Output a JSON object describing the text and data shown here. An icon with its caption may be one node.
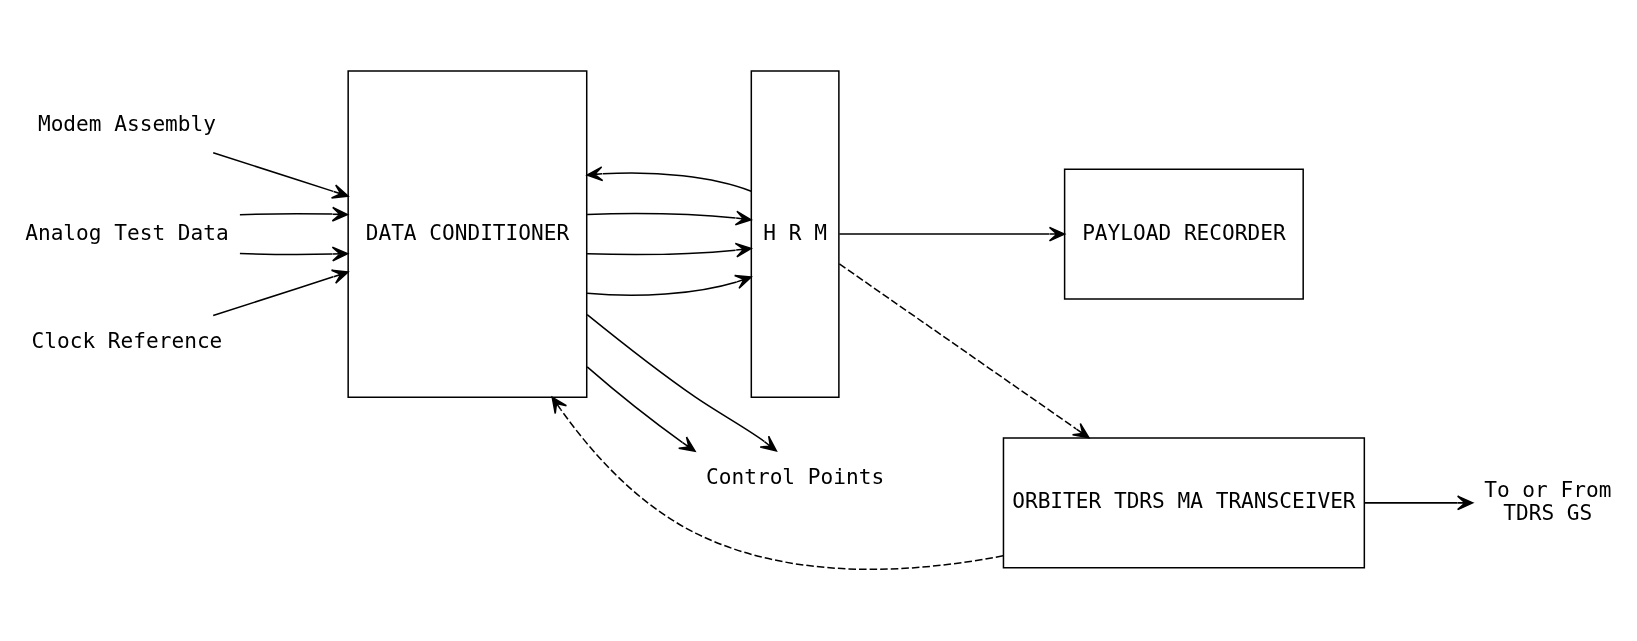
{
  "diagram": {
    "nodes": [
      {
        "text": [
          "DATA CONDITIONER"
        ]
      },
      {
        "text": [
          "H R M"
        ]
      },
      {
        "text": [
          "ORBITER TDRS MA TRANSCEIVER"
        ]
      },
      {
        "text": [
          "PAYLOAD RECORDER"
        ]
      },
      {
        "text": [
          "Modem Assembly"
        ]
      },
      {
        "text": [
          "Analog Test Data"
        ]
      },
      {
        "text": [
          "Clock Reference"
        ]
      },
      {
        "text": [
          "Control Points"
        ]
      },
      {
        "text": [
          "To or From",
          "TDRS GS"
        ]
      }
    ],
    "edges": [
      {
        "from": 2,
        "to": 0,
        "arrow": "to",
        "style": "dashed"
      },
      {
        "from": 4,
        "to": 0,
        "arrow": "to"
      },
      {
        "from": 5,
        "to": 0,
        "arrow": "to"
      },
      {
        "from": 5,
        "to": 0,
        "arrow": "to"
      },
      {
        "from": 6,
        "to": 0,
        "arrow": "to"
      },
      {
        "from": 0,
        "to": 1,
        "arrow": "to"
      },
      {
        "from": 0,
        "to": 1,
        "arrow": "to"
      },
      {
        "from": 0,
        "to": 1,
        "arrow": "to"
      },
      {
        "from": 1,
        "to": 0,
        "arrow": "to"
      },
      {
        "from": 1,
        "to": 2,
        "arrow": "to",
        "style": "dashed"
      },
      {
        "from": 2,
        "to": 8,
        "arrow": "to"
      },
      {
        "from": 1,
        "to": 3,
        "arrow": "to"
      },
      {
        "from": 0,
        "to": 7,
        "arrow": "to"
      },
      {
        "from": 0,
        "to": 7,
        "arrow": "to"
      }
    ]
  }
}
